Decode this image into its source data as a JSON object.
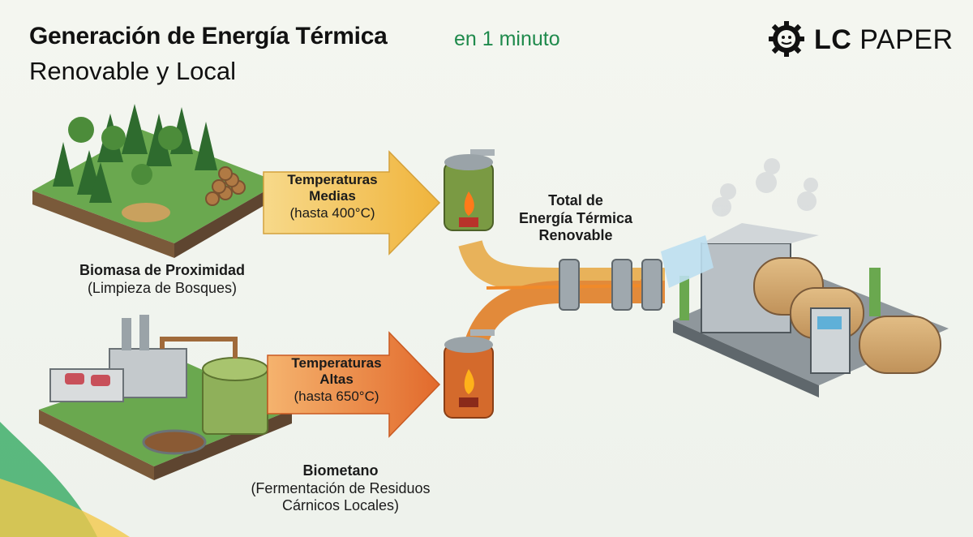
{
  "header": {
    "title_bold": "Generación de Energía Térmica",
    "title_accent": "en 1 minuto",
    "subtitle": "Renovable y Local"
  },
  "logo": {
    "brand_bold": "LC",
    "brand_rest": "PAPER",
    "icon": "gear-face-icon"
  },
  "arrows": {
    "medium": {
      "line1": "Temperaturas",
      "line2": "Medias",
      "line3": "(hasta 400°C)"
    },
    "high": {
      "line1": "Temperaturas",
      "line2": "Altas",
      "line3": "(hasta 650°C)"
    }
  },
  "sources": {
    "biomass": {
      "name": "Biomasa de Proximidad",
      "detail": "(Limpieza de Bosques)"
    },
    "biomethane": {
      "name": "Biometano",
      "detail_line1": "(Fermentación de Residuos",
      "detail_line2": "Cárnicos Locales)"
    }
  },
  "output": {
    "line1": "Total de",
    "line2": "Energía Térmica",
    "line3": "Renovable"
  },
  "colors": {
    "accent_green": "#1f8a4c",
    "arrow_medium": "#f2c14e",
    "arrow_high": "#e8833a",
    "boiler": "#6f8a3c",
    "flame": "#ff7a1a"
  }
}
